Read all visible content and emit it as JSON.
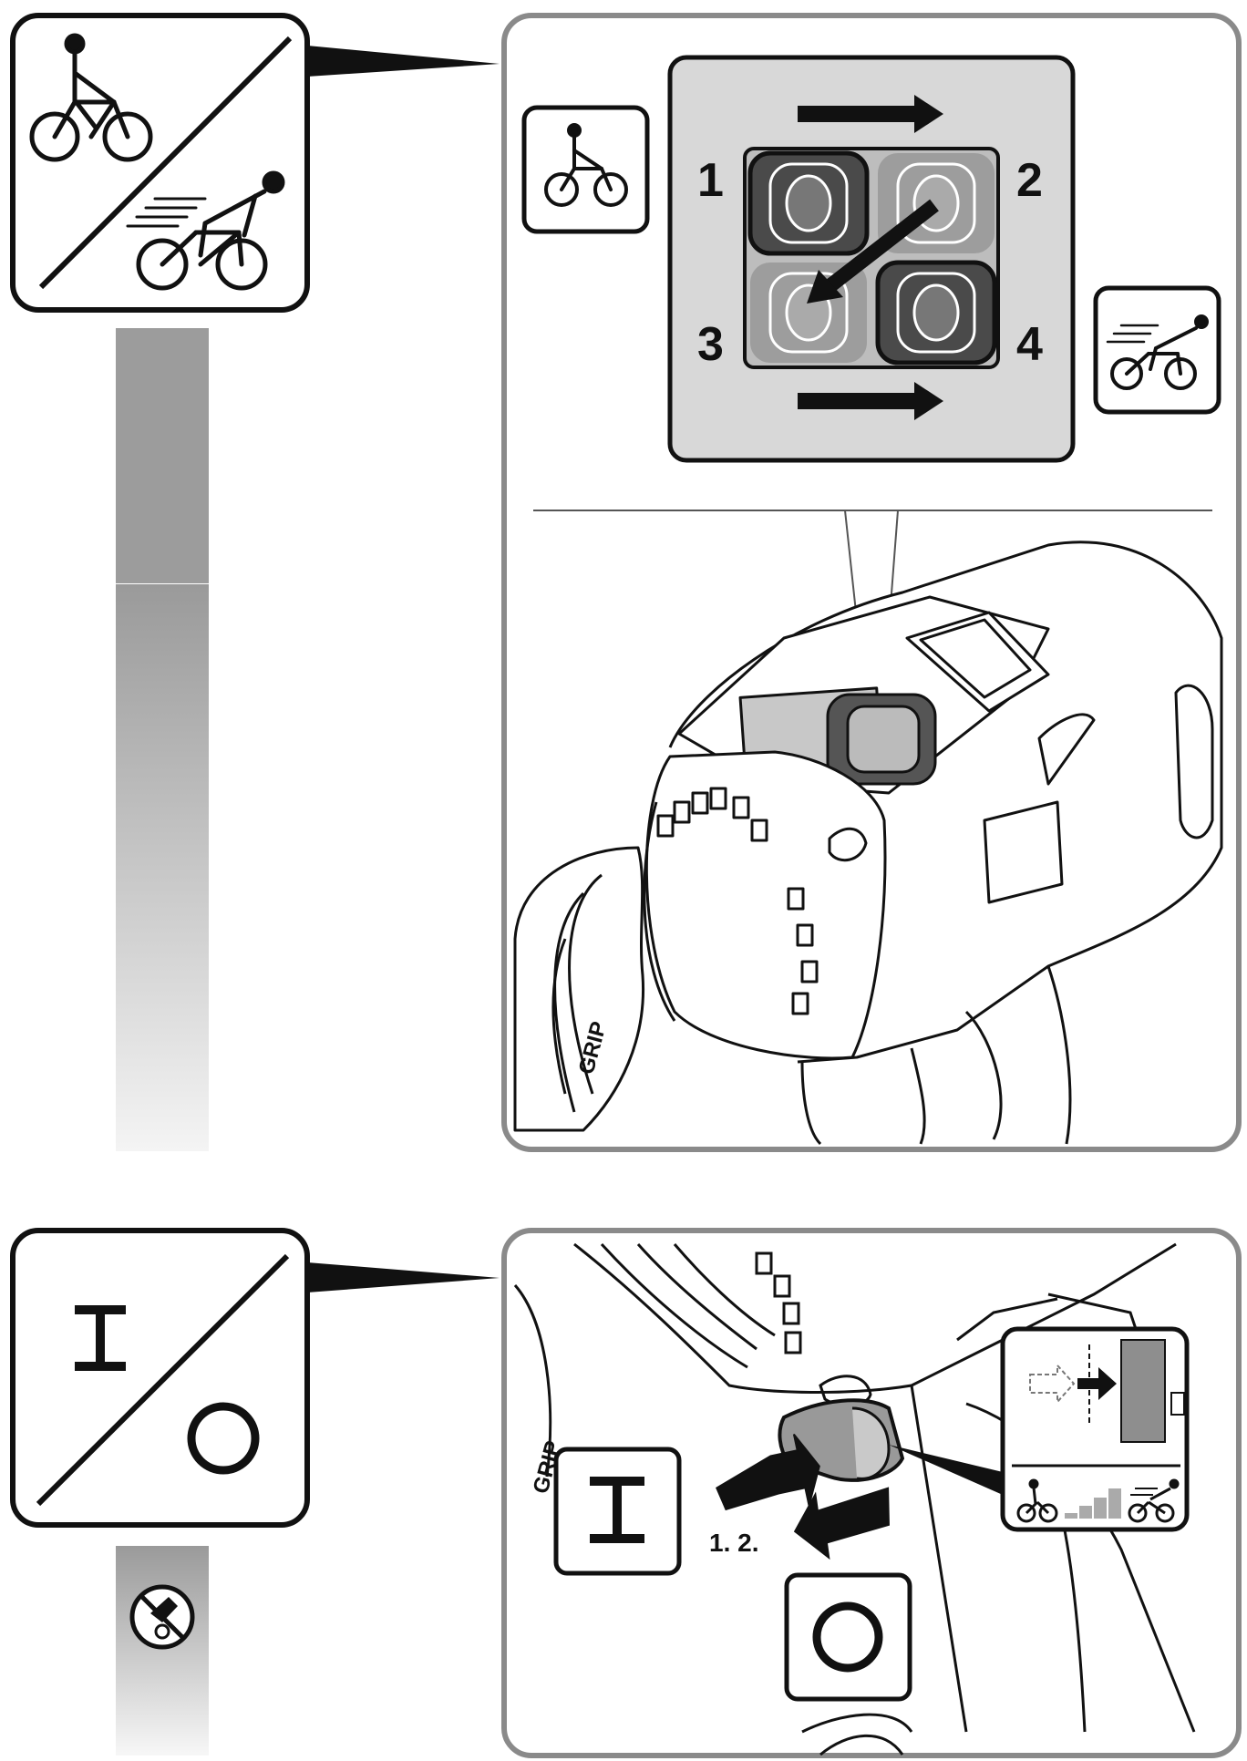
{
  "top_panel": {
    "mode_icons": [
      "cyclist-slow-icon",
      "cyclist-fast-icon"
    ],
    "switch_positions": [
      {
        "label": "1",
        "state": "dark"
      },
      {
        "label": "2",
        "state": "light"
      },
      {
        "label": "3",
        "state": "light"
      },
      {
        "label": "4",
        "state": "dark"
      }
    ]
  },
  "bottom_panel": {
    "on_symbol": "I",
    "off_symbol": "O",
    "step_label": "1. 2.",
    "collar_text": "GRIP",
    "no_hammer_icon": "no-hammer-icon"
  },
  "colors": {
    "outline": "#111111",
    "panel_border": "#888888",
    "gray_fill": "#9a9a9a",
    "light_fill": "#d6d6d6",
    "dark_fill": "#4a4a4a"
  }
}
